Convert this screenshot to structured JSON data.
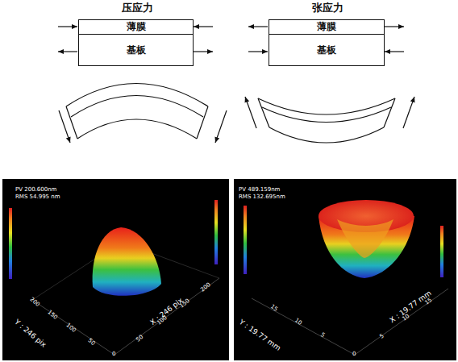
{
  "diagram": {
    "nodes": [
      {
        "text": [
          "薄膜"
        ]
      },
      {
        "text": [
          "基板"
        ]
      },
      {
        "text": [
          "薄膜"
        ]
      },
      {
        "text": [
          "基板"
        ]
      }
    ],
    "labels": [
      "压应力",
      "张应力",
      "PV 200.600nm",
      "RMS 54.995 nm",
      "Y : 246 pix",
      "X : 246 pix",
      "50",
      "100",
      "150",
      "200",
      "50",
      "100",
      "150",
      "200",
      "0",
      "PV 489.159nm",
      "RMS 132.695nm",
      "Y : 19.77 mm",
      "X : 19.77 mm",
      "5",
      "10",
      "15",
      "5",
      "10",
      "15",
      "0"
    ]
  }
}
